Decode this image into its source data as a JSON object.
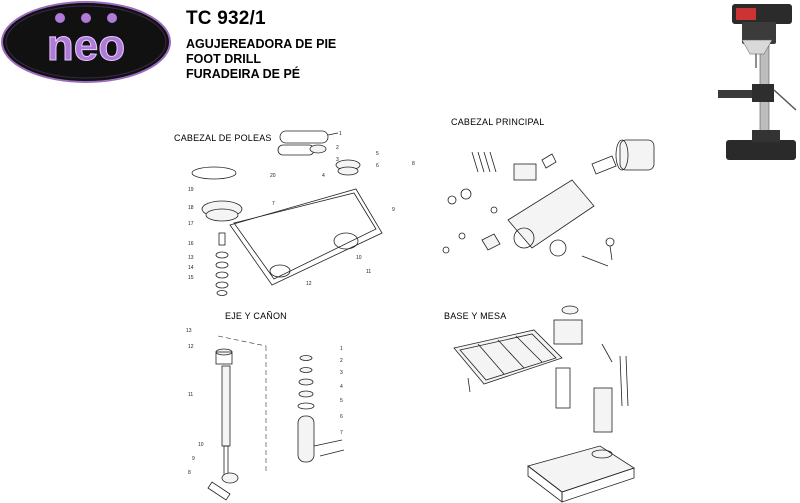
{
  "header": {
    "brand": "neo",
    "model": "TC 932/1",
    "names": [
      "AGUJEREADORA DE PIE",
      "FOOT DRILL",
      "FURADEIRA DE PÉ"
    ]
  },
  "sections": {
    "pulley_head": {
      "title": "CABEZAL DE POLEAS",
      "parts": [
        "1",
        "2",
        "3",
        "4",
        "5",
        "6",
        "7",
        "8",
        "9",
        "10",
        "11",
        "12",
        "13",
        "14",
        "15",
        "16",
        "17",
        "18",
        "19",
        "20"
      ]
    },
    "main_head": {
      "title": "CABEZAL PRINCIPAL"
    },
    "spindle": {
      "title": "EJE Y CAÑON",
      "parts_right": [
        "1",
        "2",
        "3",
        "4",
        "5",
        "6",
        "7"
      ],
      "parts_left": [
        "13",
        "12",
        "11",
        "10",
        "9",
        "8"
      ]
    },
    "base": {
      "title": "BASE Y MESA"
    }
  },
  "colors": {
    "logo_bg": "#1a1a1a",
    "logo_text": "#b07ad8",
    "logo_ring": "#9b6bbf"
  }
}
